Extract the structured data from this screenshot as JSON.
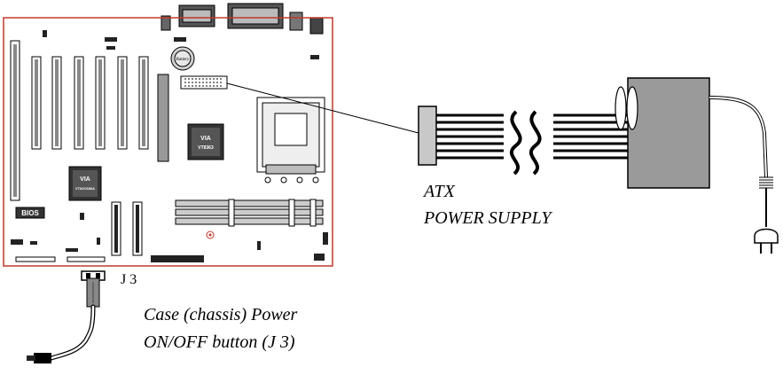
{
  "board": {
    "bios_chip_label": "BIOS",
    "battery_label": "Battery",
    "via_chip_label": "VIA",
    "via_chip_model_1": "VT8363",
    "via_chip_model_2": "VT82C686A"
  },
  "connector_label": "J 3",
  "power_supply": {
    "line1": "ATX",
    "line2": "POWER SUPPLY"
  },
  "button_caption": {
    "line1": "Case (chassis) Power",
    "line2": "ON/OFF button (J 3)"
  },
  "colors": {
    "board_outline": "#c0392b",
    "psu_box": "#9a9a9a",
    "chip": "#333333"
  }
}
